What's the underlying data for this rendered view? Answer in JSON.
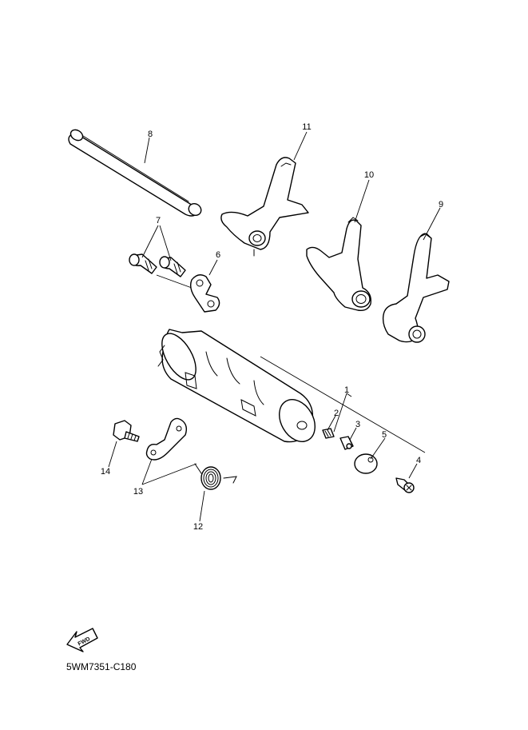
{
  "diagram": {
    "code": "5WM7351-C180",
    "fwd_label": "FWD",
    "callouts": [
      {
        "id": "1",
        "label": "1"
      },
      {
        "id": "2",
        "label": "2"
      },
      {
        "id": "3",
        "label": "3"
      },
      {
        "id": "4",
        "label": "4"
      },
      {
        "id": "5",
        "label": "5"
      },
      {
        "id": "6",
        "label": "6"
      },
      {
        "id": "7",
        "label": "7"
      },
      {
        "id": "8",
        "label": "8"
      },
      {
        "id": "9",
        "label": "9"
      },
      {
        "id": "10",
        "label": "10"
      },
      {
        "id": "11",
        "label": "11"
      },
      {
        "id": "12",
        "label": "12"
      },
      {
        "id": "13",
        "label": "13"
      },
      {
        "id": "14",
        "label": "14"
      }
    ]
  }
}
